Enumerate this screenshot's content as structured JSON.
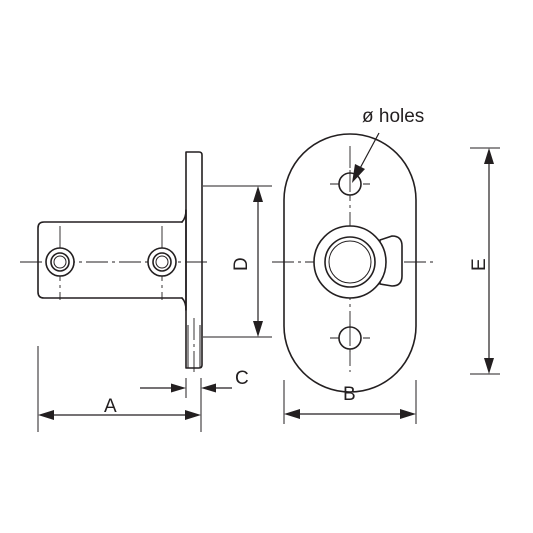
{
  "labels": {
    "a": "A",
    "b": "B",
    "c": "C",
    "d": "D",
    "e": "E",
    "holes": "ø holes"
  },
  "colors": {
    "line": "#231f20",
    "background": "#ffffff"
  }
}
